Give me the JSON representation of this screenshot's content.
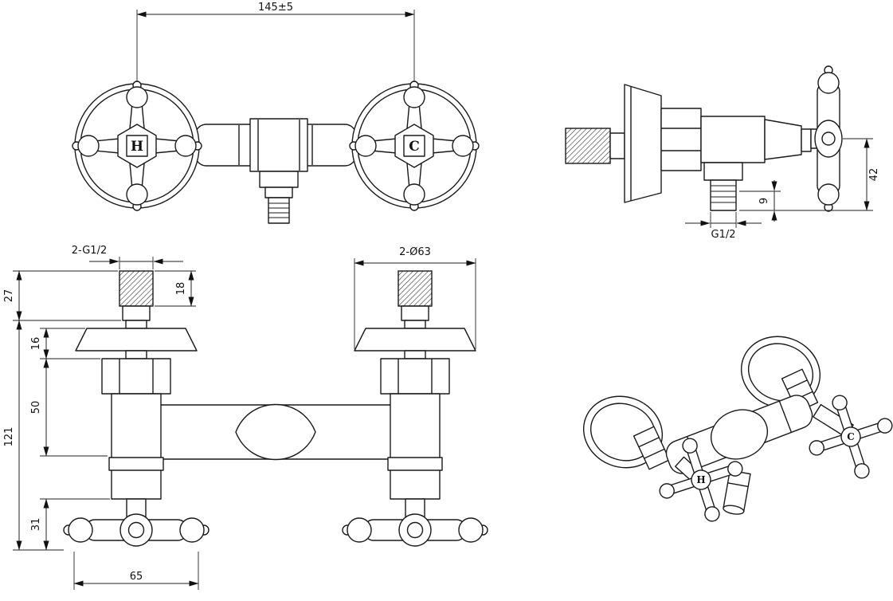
{
  "colors": {
    "line": "#1a1a1a",
    "background": "#ffffff"
  },
  "front_view": {
    "width_dim": "145±5",
    "hot_label": "H",
    "cold_label": "C"
  },
  "side_view": {
    "height_dim": "42",
    "spigot_dim": "9",
    "thread_label": "G1/2"
  },
  "bottom_view": {
    "inlet_thread_label": "2-G1/2",
    "flange_dia_label": "2-Ø63",
    "dim_pipe": "27",
    "dim_thread": "18",
    "dim_flange": "16",
    "dim_body": "50",
    "dim_total": "121",
    "dim_handle_offset": "31",
    "dim_handle_width": "65"
  },
  "iso_view": {
    "hot_label": "H",
    "cold_label": "C"
  }
}
